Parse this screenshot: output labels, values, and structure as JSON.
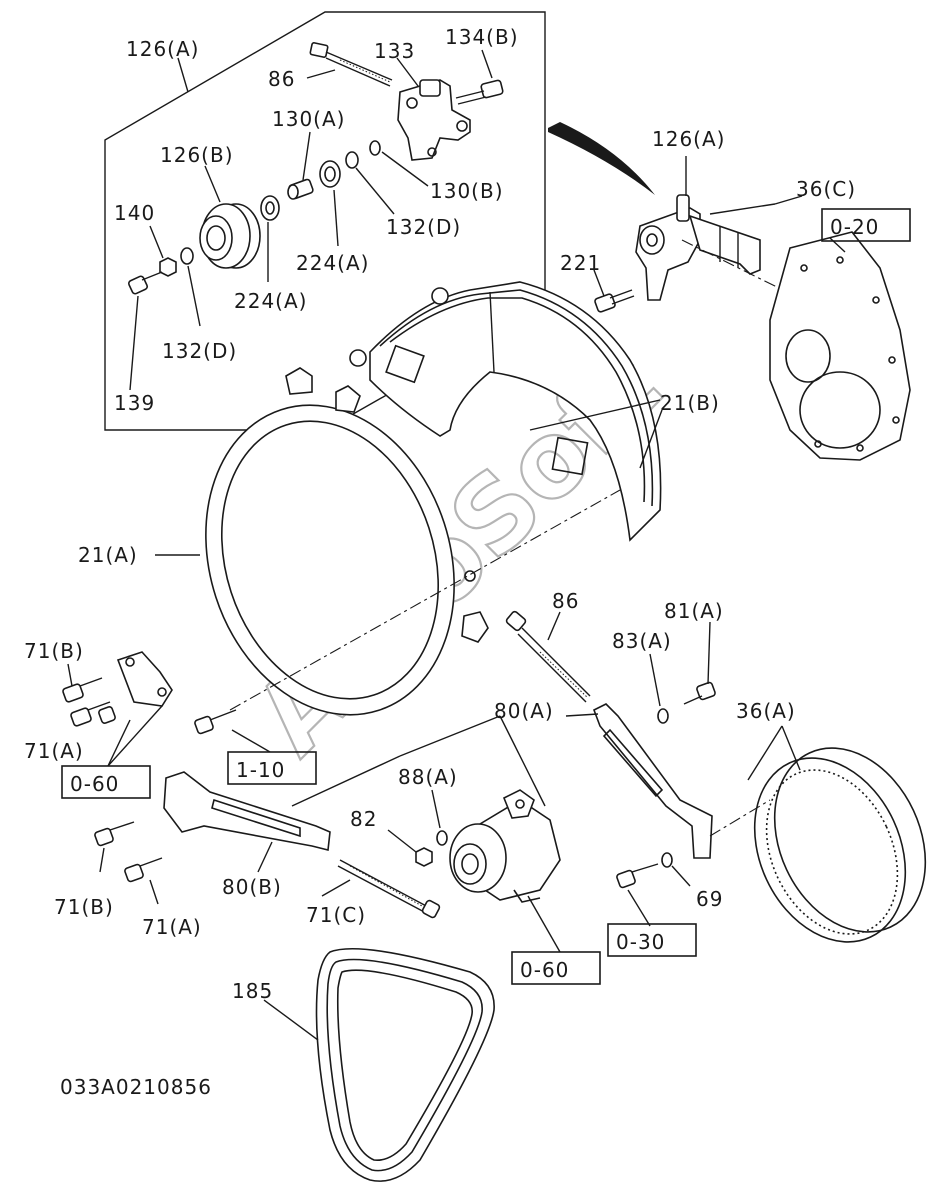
{
  "labels": {
    "l_126a_top": "126(A)",
    "l_133": "133",
    "l_134b": "134(B)",
    "l_86_top": "86",
    "l_130a": "130(A)",
    "l_126b": "126(B)",
    "l_130b": "130(B)",
    "l_140": "140",
    "l_132d_a": "132(D)",
    "l_224a_a": "224(A)",
    "l_224a_b": "224(A)",
    "l_132d_b": "132(D)",
    "l_139": "139",
    "l_126a_right": "126(A)",
    "l_36c": "36(C)",
    "l_221": "221",
    "l_21b": "21(B)",
    "l_21a": "21(A)",
    "l_86_mid": "86",
    "l_81a": "81(A)",
    "l_83a": "83(A)",
    "l_71b_top": "71(B)",
    "l_71a_top": "71(A)",
    "l_80a": "80(A)",
    "l_36a": "36(A)",
    "l_88a": "88(A)",
    "l_82": "82",
    "l_80b": "80(B)",
    "l_71b_bot": "71(B)",
    "l_71a_bot": "71(A)",
    "l_71c": "71(C)",
    "l_69": "69",
    "l_185": "185"
  },
  "refs": {
    "r_0_20": "0-20",
    "r_0_60_left": "0-60",
    "r_1_10": "1-10",
    "r_0_30": "0-30",
    "r_0_60_bot": "0-60"
  },
  "diagram_code": "033A0210856",
  "watermark": "AutoSoft"
}
